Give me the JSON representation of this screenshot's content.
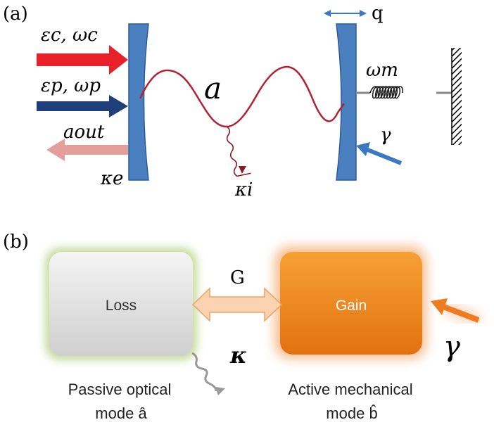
{
  "panel_a": {
    "tag": "(a)",
    "control_label": "εc, ωc",
    "probe_label": "εp, ωp",
    "output_label": "aout",
    "external_loss_label": "κe",
    "cavity_mode_label": "a",
    "intrinsic_loss_label": "κi",
    "displacement_label": "q",
    "mechanical_freq_label": "ωm",
    "gain_label": "γ",
    "colors": {
      "control_arrow": "#e8202a",
      "probe_arrow": "#1f3f7a",
      "output_arrow": "#e3a09a",
      "mirror": "#4a7fc0",
      "mirror_edge": "#2c5a95",
      "wave": "#b32233",
      "gain_arrow": "#3b78c4"
    }
  },
  "panel_b": {
    "tag": "(b)",
    "loss_box_label": "Loss",
    "gain_box_label": "Gain",
    "coupling_label": "G",
    "loss_rate_label": "κ",
    "gain_rate_label": "γ",
    "optical_caption_line1": "Passive optical",
    "optical_caption_line2": "mode â",
    "mechanical_caption_line1": "Active mechanical",
    "mechanical_caption_line2": "mode b̂",
    "colors": {
      "loss_box": "#d9d9d9",
      "loss_glow": "#b5cf7a",
      "gain_box": "#f08a1c",
      "gain_glow": "#f7b27a",
      "coupling_arrow": "#fbd3b0",
      "gain_arrow": "#f07a20",
      "loss_arrow": "#999999"
    }
  }
}
